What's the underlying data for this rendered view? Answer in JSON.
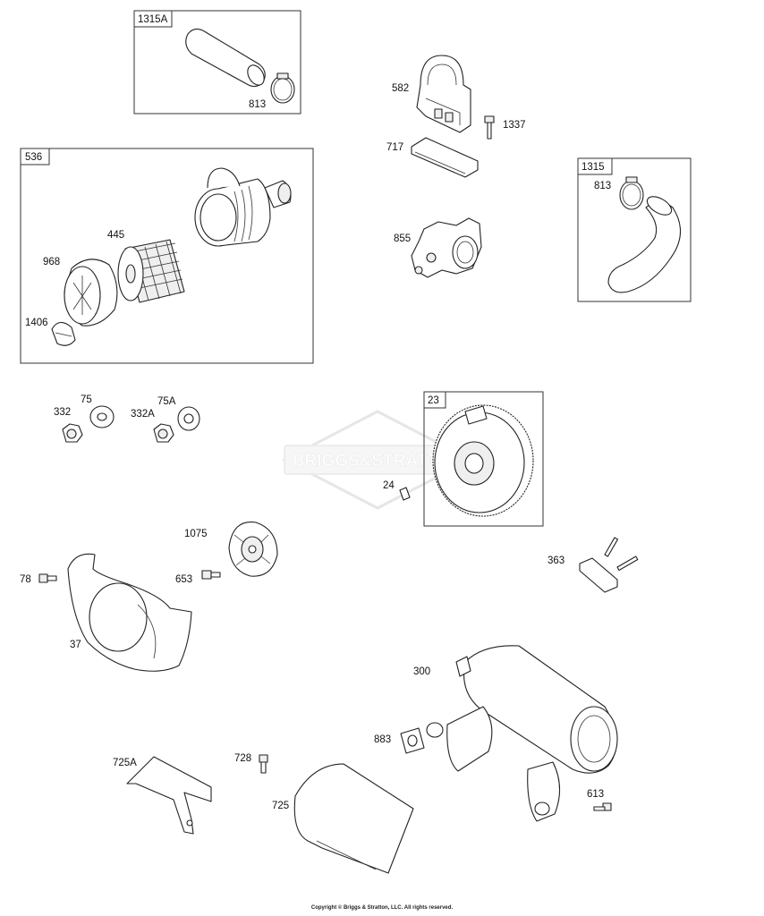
{
  "watermark": "BRIGGS&STRATTON",
  "copyright": "Copyright © Briggs & Stratton, LLC. All rights reserved.",
  "kit_boxes": [
    {
      "id": "1315A",
      "label": "1315A"
    },
    {
      "id": "536",
      "label": "536"
    },
    {
      "id": "1315",
      "label": "1315"
    },
    {
      "id": "23",
      "label": "23"
    }
  ],
  "part_labels": [
    {
      "id": "813a",
      "text": "813"
    },
    {
      "id": "582",
      "text": "582"
    },
    {
      "id": "1337",
      "text": "1337"
    },
    {
      "id": "717",
      "text": "717"
    },
    {
      "id": "813b",
      "text": "813"
    },
    {
      "id": "445",
      "text": "445"
    },
    {
      "id": "968",
      "text": "968"
    },
    {
      "id": "1406",
      "text": "1406"
    },
    {
      "id": "855",
      "text": "855"
    },
    {
      "id": "332",
      "text": "332"
    },
    {
      "id": "75",
      "text": "75"
    },
    {
      "id": "332A",
      "text": "332A"
    },
    {
      "id": "75A",
      "text": "75A"
    },
    {
      "id": "24",
      "text": "24"
    },
    {
      "id": "1075",
      "text": "1075"
    },
    {
      "id": "363",
      "text": "363"
    },
    {
      "id": "78",
      "text": "78"
    },
    {
      "id": "653",
      "text": "653"
    },
    {
      "id": "37",
      "text": "37"
    },
    {
      "id": "300",
      "text": "300"
    },
    {
      "id": "883",
      "text": "883"
    },
    {
      "id": "725A",
      "text": "725A"
    },
    {
      "id": "728",
      "text": "728"
    },
    {
      "id": "725",
      "text": "725"
    },
    {
      "id": "613",
      "text": "613"
    }
  ]
}
